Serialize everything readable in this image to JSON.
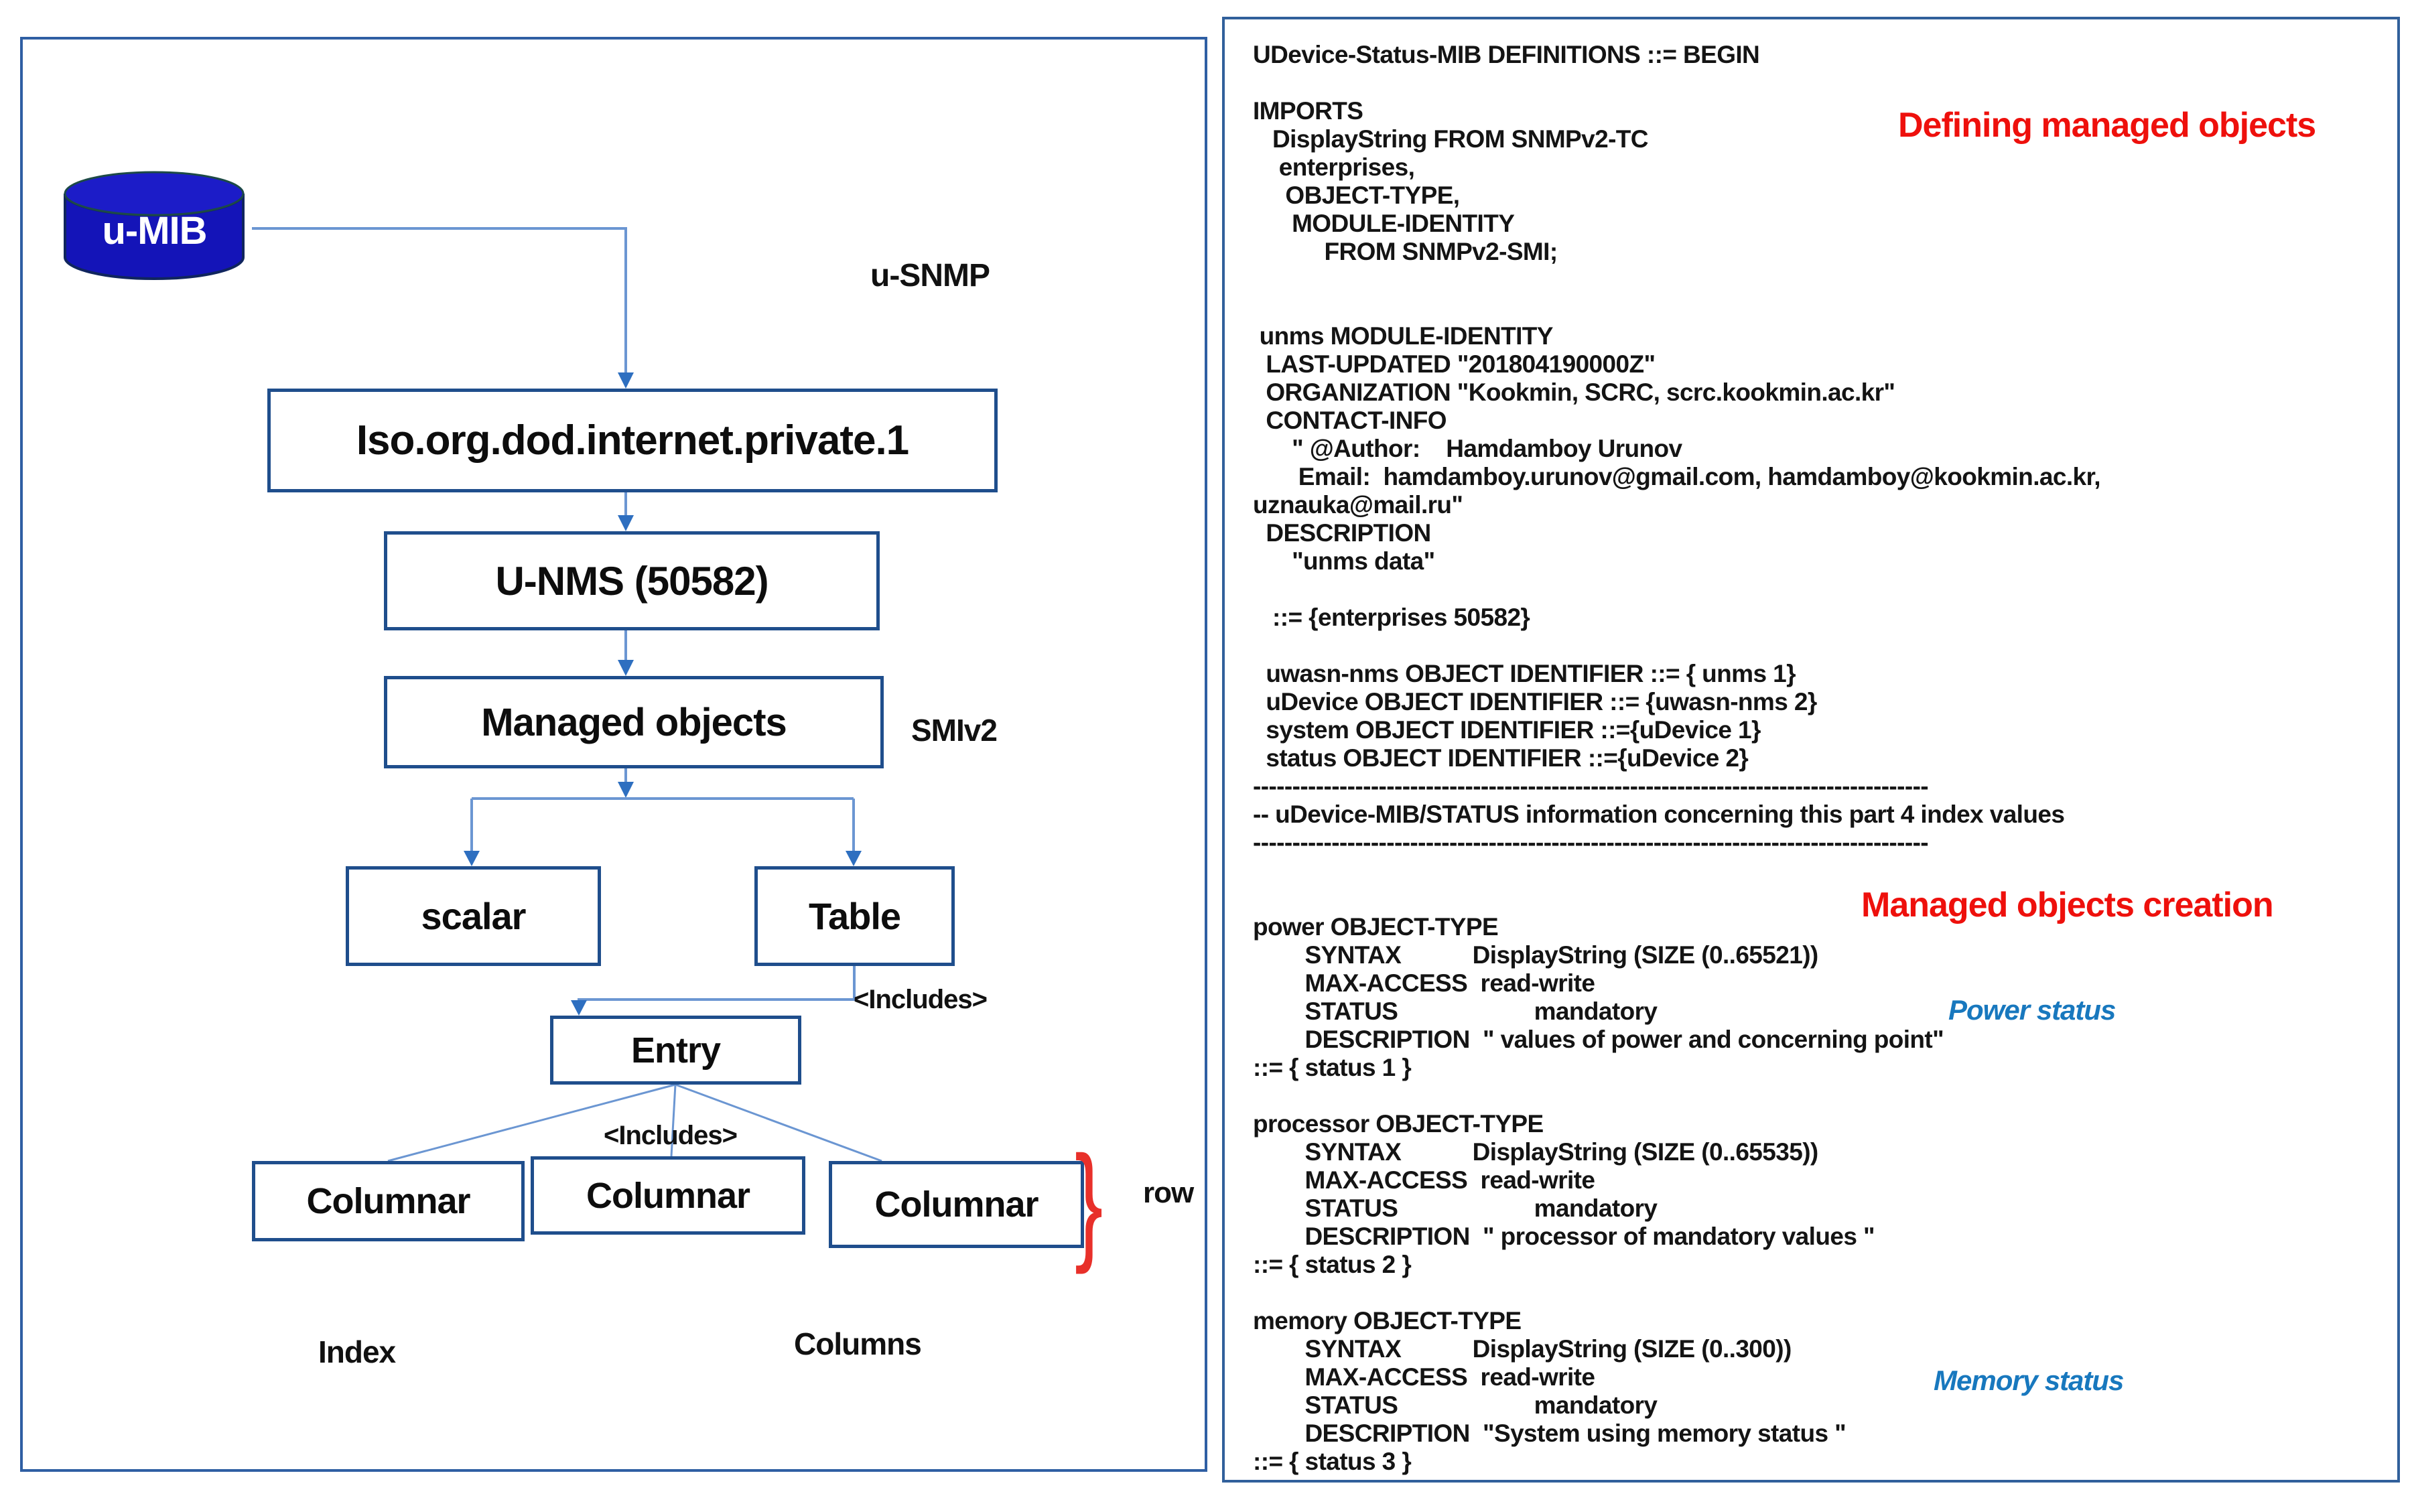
{
  "left_panel": {
    "cylinder_label": "u-MIB",
    "boxes": {
      "root": "Iso.org.dod.internet.private.1",
      "unms": "U-NMS (50582)",
      "managed": "Managed objects",
      "scalar": "scalar",
      "table": "Table",
      "entry": "Entry",
      "columnar1": "Columnar",
      "columnar2": "Columnar",
      "columnar3": "Columnar"
    },
    "labels": {
      "u_snmp": "u-SNMP",
      "smiv2": "SMIv2",
      "includes_table": "<Includes>",
      "includes_entry": "<Includes>",
      "row": "row",
      "index": "Index",
      "columns": "Columns",
      "row_brace": "}"
    }
  },
  "right_panel": {
    "headings": {
      "defining": "Defining managed objects",
      "creation": "Managed objects creation"
    },
    "annotations": {
      "power": "Power status",
      "memory": "Memory status"
    },
    "code_lines": [
      "UDevice-Status-MIB DEFINITIONS ::= BEGIN",
      "",
      "IMPORTS",
      "   DisplayString FROM SNMPv2-TC",
      "    enterprises,",
      "     OBJECT-TYPE,",
      "      MODULE-IDENTITY",
      "           FROM SNMPv2-SMI;",
      "",
      "",
      " unms MODULE-IDENTITY",
      "  LAST-UPDATED \"201804190000Z\"",
      "  ORGANIZATION \"Kookmin, SCRC, scrc.kookmin.ac.kr\"",
      "  CONTACT-INFO",
      "      \" @Author:    Hamdamboy Urunov",
      "       Email:  hamdamboy.urunov@gmail.com, hamdamboy@kookmin.ac.kr,",
      "uznauka@mail.ru\"",
      "  DESCRIPTION",
      "      \"unms data\"",
      "",
      "   ::= {enterprises 50582}",
      "",
      "  uwasn-nms OBJECT IDENTIFIER ::= { unms 1}",
      "  uDevice OBJECT IDENTIFIER ::= {uwasn-nms 2}",
      "  system OBJECT IDENTIFIER ::={uDevice 1}",
      "  status OBJECT IDENTIFIER ::={uDevice 2}",
      "--------------------------------------------------------------------------------------",
      "-- uDevice-MIB/STATUS information concerning this part 4 index values",
      "--------------------------------------------------------------------------------------",
      "",
      "",
      "power OBJECT-TYPE",
      "        SYNTAX           DisplayString (SIZE (0..65521))",
      "        MAX-ACCESS  read-write",
      "        STATUS                     mandatory",
      "        DESCRIPTION  \" values of power and concerning point\"",
      "::= { status 1 }",
      "",
      "processor OBJECT-TYPE",
      "        SYNTAX           DisplayString (SIZE (0..65535))",
      "        MAX-ACCESS  read-write",
      "        STATUS                     mandatory",
      "        DESCRIPTION  \" processor of mandatory values \"",
      "::= { status 2 }",
      "",
      "memory OBJECT-TYPE",
      "        SYNTAX           DisplayString (SIZE (0..300))",
      "        MAX-ACCESS  read-write",
      "        STATUS                     mandatory",
      "        DESCRIPTION  \"System using memory status \"",
      "::= { status 3 }"
    ]
  },
  "colors": {
    "panel_border_left": "#2f5fa3",
    "panel_border_right": "#31609b",
    "box_border": "#1f4e8c",
    "connector_line": "#6b96d2",
    "arrowhead": "#2e6fc0",
    "cylinder_fill": "#1414b8",
    "heading_red": "#ee100c",
    "annotation_blue": "#1878be",
    "brace_red": "#e8302a"
  }
}
